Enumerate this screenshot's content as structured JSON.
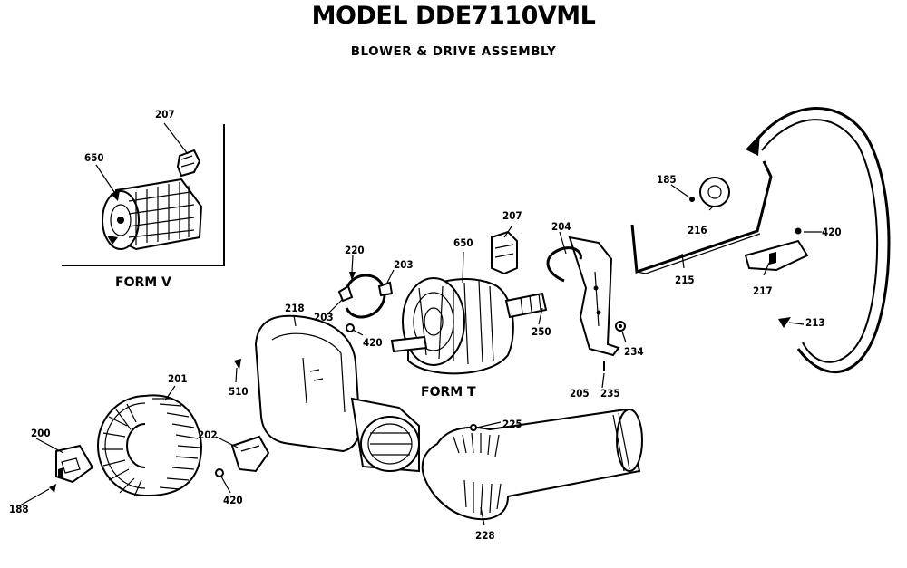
{
  "header": {
    "title": "MODEL DDE7110VML",
    "subtitle": "BLOWER & DRIVE ASSEMBLY"
  },
  "forms": {
    "form_v": "FORM V",
    "form_t": "FORM T"
  },
  "callouts": {
    "c207a": "207",
    "c650a": "650",
    "c220": "220",
    "c203a": "203",
    "c203b": "203",
    "c650b": "650",
    "c207b": "207",
    "c204": "204",
    "c185": "185",
    "c216": "216",
    "c420a": "420",
    "c215": "215",
    "c217": "217",
    "c218": "218",
    "c420b": "420",
    "c250": "250",
    "c234": "234",
    "c213": "213",
    "c510": "510",
    "c205": "205",
    "c235": "235",
    "c201": "201",
    "c200": "200",
    "c202": "202",
    "c225": "225",
    "c188": "188",
    "c420c": "420",
    "c228": "228"
  }
}
